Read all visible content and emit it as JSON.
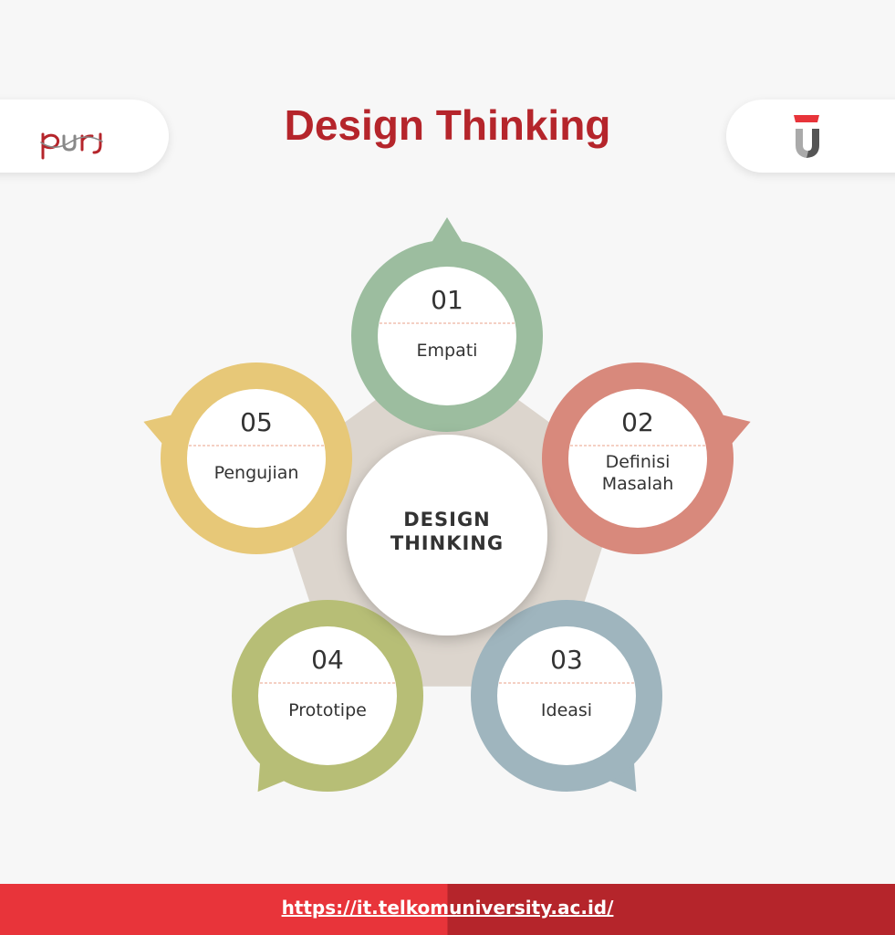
{
  "header": {
    "title": "Design Thinking",
    "left_logo_text": "puri",
    "right_logo": "telkom-university-logo"
  },
  "diagram": {
    "center": {
      "line1": "DESIGN",
      "line2": "THINKING"
    },
    "stages": [
      {
        "number": "01",
        "label_lines": [
          "Empati"
        ],
        "color": "#9cbd9f"
      },
      {
        "number": "02",
        "label_lines": [
          "Definisi",
          "Masalah"
        ],
        "color": "#d8897c"
      },
      {
        "number": "03",
        "label_lines": [
          "Ideasi"
        ],
        "color": "#9fb5be"
      },
      {
        "number": "04",
        "label_lines": [
          "Prototipe"
        ],
        "color": "#b7be76"
      },
      {
        "number": "05",
        "label_lines": [
          "Pengujian"
        ],
        "color": "#e7c878"
      }
    ],
    "pentagon_color": "#dcd5cd",
    "divider_color": "#e8a088"
  },
  "footer": {
    "url": "https://it.telkomuniversity.ac.id/",
    "colors": {
      "left": "#e8343a",
      "right": "#b5252b"
    }
  }
}
